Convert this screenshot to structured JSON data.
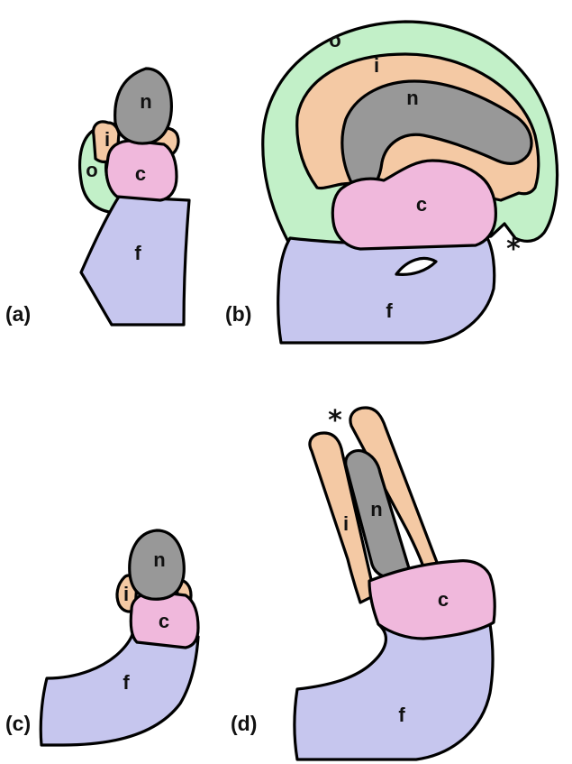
{
  "colors": {
    "f": "#c6c6ee",
    "c": "#f0b8dc",
    "i": "#f4c9a4",
    "n": "#989898",
    "o": "#c2f0c8",
    "stroke": "#000000"
  },
  "region_labels": {
    "o": "o",
    "i": "i",
    "n": "n",
    "c": "c",
    "f": "f"
  },
  "panels": {
    "a": {
      "label": "(a)"
    },
    "b": {
      "label": "(b)",
      "marker": "*"
    },
    "c": {
      "label": "(c)"
    },
    "d": {
      "label": "(d)",
      "marker": "*"
    }
  }
}
